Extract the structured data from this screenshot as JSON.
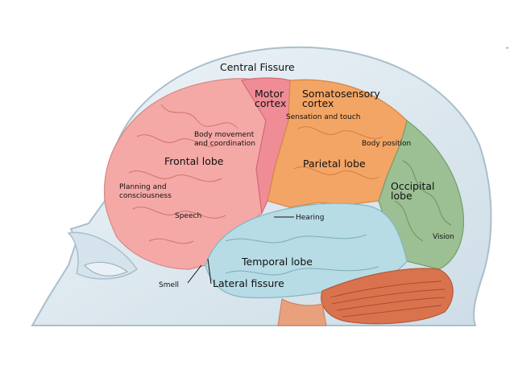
{
  "labels": {
    "central_fissure": "Central Fissure",
    "motor_cortex_1": "Motor",
    "motor_cortex_2": "cortex",
    "somatosensory_1": "Somatosensory",
    "somatosensory_2": "cortex",
    "sensation": "Sensation and touch",
    "body_movement_1": "Body movement",
    "body_movement_2": "and coordination",
    "body_position": "Body position",
    "frontal_lobe": "Frontal lobe",
    "parietal_lobe": "Parietal lobe",
    "occipital_1": "Occipital",
    "occipital_2": "lobe",
    "planning_1": "Planning and",
    "planning_2": "consciousness",
    "speech": "Speech",
    "hearing": "Hearing",
    "vision": "Vision",
    "temporal_lobe": "Temporal lobe",
    "smell": "Smell",
    "lateral_fissure": "Lateral fissure",
    "corner_mark": "-"
  },
  "colors": {
    "frontal": "#f4a9a6",
    "motor": "#f08c96",
    "parietal": "#f3a565",
    "occipital": "#9cbf93",
    "temporal": "#b7dce6",
    "cerebellum": "#d9734e",
    "head": "#dde8ef",
    "head_outline": "#b9cbd6"
  }
}
